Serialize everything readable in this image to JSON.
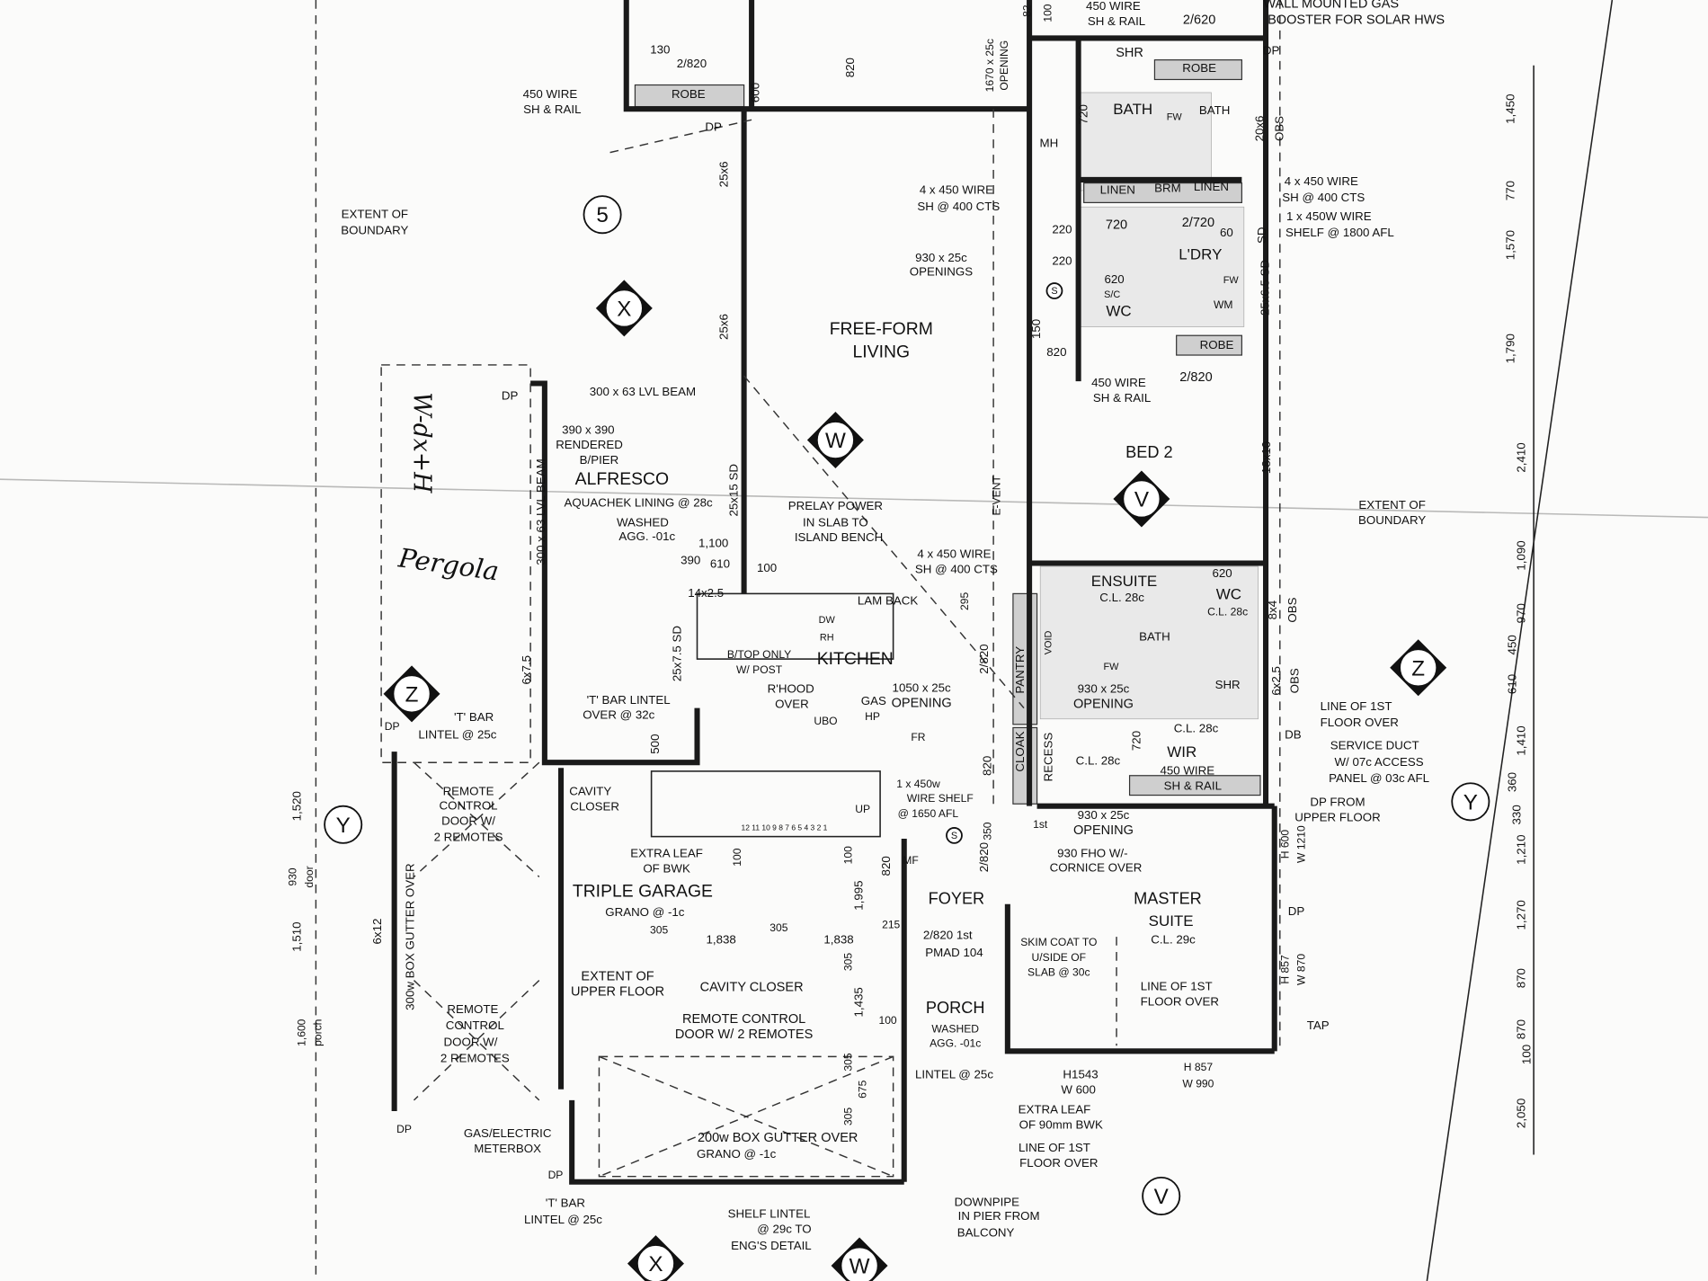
{
  "title": "Ground floor plan",
  "labels": [
    "130",
    "2/820",
    "ROBE",
    "450 WIRE",
    "SH & RAIL",
    "600",
    "820",
    "1670 x 25c",
    "OPENING",
    "82",
    "100",
    "450 WIRE",
    "SH & RAIL",
    "2/620",
    "WALL MOUNTED GAS",
    "BOOSTER FOR SOLAR HWS",
    "DP",
    "SHR",
    "ROBE",
    "BATH",
    "FW",
    "BATH",
    "720",
    "MH",
    "20x6",
    "OBS",
    "DP",
    "25x6",
    "EXTENT OF",
    "BOUNDARY",
    "4 x 450 WIRE",
    "SH @ 400 CTS",
    "LINEN",
    "BRM",
    "LINEN",
    "4 x 450 WIRE",
    "SH @ 400 CTS",
    "1 x 450W WIRE",
    "SHELF @ 1800 AFL",
    "220",
    "720",
    "2/720",
    "60",
    "SD",
    "930 x 25c",
    "OPENINGS",
    "220",
    "L'DRY",
    "620",
    "S/C",
    "FW",
    "WM",
    "WC",
    "25x6.5 SD",
    "25x6",
    "FREE-FORM",
    "LIVING",
    "150",
    "820",
    "ROBE",
    "450 WIRE",
    "SH & RAIL",
    "2/820",
    "1,450",
    "770",
    "1,570",
    "1,790",
    "2,410",
    "1,090",
    "970",
    "450",
    "610",
    "1,410",
    "360",
    "330",
    "1,210",
    "1,270",
    "870",
    "870",
    "100",
    "2,050",
    "DP",
    "300 x 63 LVL BEAM",
    "390 x 390",
    "RENDERED",
    "B/PIER",
    "BED 2",
    "18x10",
    "E-VENT",
    "EXTENT OF",
    "BOUNDARY",
    "ALFRESCO",
    "AQUACHEK LINING @ 28c",
    "WASHED",
    "AGG. -01c",
    "25x15 SD",
    "300 x 63 LVL BEAM",
    "PRELAY POWER",
    "IN SLAB TO",
    "ISLAND BENCH",
    "1,100",
    "390",
    "610",
    "100",
    "4 x 450 WIRE",
    "SH @ 400 CTS",
    "ENSUITE",
    "C.L. 28c",
    "620",
    "WC",
    "C.L. 28c",
    "8x4",
    "OBS",
    "14x2.5",
    "LAM BACK",
    "295",
    "DW",
    "RH",
    "BATH",
    "FW",
    "B/TOP ONLY",
    "W/ POST",
    "KITCHEN",
    "25x7.5 SD",
    "2/820",
    "PANTRY",
    "VOID",
    "6x7.5",
    "6x2.5",
    "OBS",
    "SHR",
    "'T' BAR LINTEL",
    "OVER @ 32c",
    "R'HOOD",
    "OVER",
    "GAS",
    "HP",
    "UBO",
    "1050 x 25c",
    "OPENING",
    "930 x 25c",
    "OPENING",
    "LINE OF 1ST",
    "FLOOR OVER",
    "'T' BAR",
    "LINTEL @ 25c",
    "DP",
    "C.L. 28c",
    "WIR",
    "C.L. 28c",
    "DB",
    "SERVICE DUCT",
    "W/ 07c ACCESS",
    "PANEL @ 03c AFL",
    "500",
    "FR",
    "CLOAK",
    "RECESS",
    "720",
    "820",
    "450 WIRE",
    "SH & RAIL",
    "REMOTE",
    "CONTROL",
    "DOOR W/",
    "2 REMOTES",
    "CAVITY",
    "CLOSER",
    "1 x 450w",
    "WIRE SHELF",
    "@ 1650 AFL",
    "1st",
    "930 x 25c",
    "OPENING",
    "DP FROM",
    "UPPER FLOOR",
    "UP",
    "1,520",
    "350",
    "930 FHO W/-",
    "CORNICE OVER",
    "H 600",
    "W 1210",
    "EXTRA LEAF",
    "OF BWK",
    "100",
    "100",
    "MF",
    "2/820",
    "TRIPLE GARAGE",
    "GRANO @ -1c",
    "820",
    "1,995",
    "FOYER",
    "MASTER",
    "SUITE",
    "C.L. 29c",
    "DP",
    "930",
    "door",
    "1,510",
    "215",
    "2/820 1st",
    "PMAD 104",
    "305",
    "1,838",
    "305",
    "1,838",
    "SKIM COAT TO",
    "U/SIDE OF",
    "SLAB @ 30c",
    "EXTENT OF",
    "UPPER FLOOR",
    "CAVITY CLOSER",
    "6x12",
    "300w BOX GUTTER OVER",
    "305",
    "LINE OF 1ST",
    "FLOOR OVER",
    "H 857",
    "W 870",
    "PORCH",
    "WASHED",
    "AGG. -01c",
    "1,435",
    "100",
    "REMOTE CONTROL",
    "DOOR W/ 2 REMOTES",
    "REMOTE",
    "CONTROL",
    "DOOR W/",
    "2 REMOTES",
    "1,600",
    "porch",
    "TAP",
    "305",
    "675",
    "305",
    "LINTEL @ 25c",
    "H1543",
    "W 600",
    "H 857",
    "W 990",
    "EXTRA LEAF",
    "OF 90mm BWK",
    "GAS/ELECTRIC",
    "METERBOX",
    "DP",
    "200w BOX GUTTER OVER",
    "GRANO @ -1c",
    "LINE OF 1ST",
    "FLOOR OVER",
    "DP",
    "'T' BAR",
    "LINTEL @ 25c",
    "SHELF LINTEL",
    "@ 29c TO",
    "ENG'S DETAIL",
    "DOWNPIPE",
    "IN PIER FROM",
    "BALCONY",
    "12 11 10 9 8 7 6 5 4 3 2 1"
  ],
  "markers": [
    "5",
    "X",
    "W",
    "V",
    "Z",
    "Z",
    "Y",
    "Y",
    "S",
    "S",
    "V",
    "X",
    "W"
  ],
  "handwriting": [
    "Pergola",
    "W-dx+H"
  ]
}
